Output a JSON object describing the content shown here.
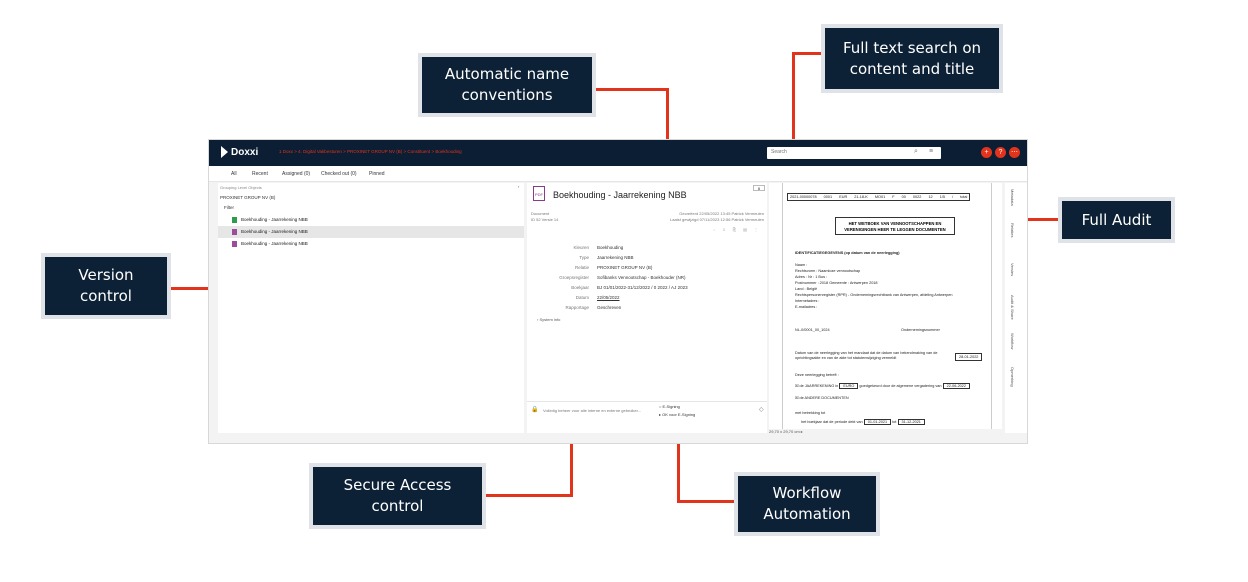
{
  "callouts": {
    "automatic_name": "Automatic name\nconventions",
    "full_text_search": "Full text search on\ncontent and title",
    "full_audit": "Full Audit",
    "version_control": "Version\ncontrol",
    "secure_access": "Secure Access\ncontrol",
    "workflow": "Workflow\nAutomation"
  },
  "app": {
    "logo": "Doxxi",
    "breadcrumb": "1 Doxx  >  4. Digital Vakbesturen  >  PROXINET GROUP NV (B)  >  Constituent  >  Boekhouding",
    "search_placeholder": "Search",
    "top_icons": [
      "+",
      "?",
      "⋯"
    ],
    "tabs": [
      "All",
      "Recent",
      "Assigned (0)",
      "Checked out (0)",
      "Pinned"
    ],
    "tree": {
      "header": "Grouping Level Objects",
      "root": "PROXINET GROUP NV (B)",
      "filter": "Filter",
      "items": [
        "Boekhouding - Jaarrekening NBB",
        "Boekhouding - Jaarrekening NBB",
        "Boekhouding - Jaarrekening NBB"
      ]
    },
    "document": {
      "icon_label": "PDF",
      "title": "Boekhouding - Jaarrekening NBB",
      "button": "0",
      "kind": "Document",
      "version": "ID 52  Versie 14",
      "created": "Gecreëerd 22/05/2022 13:45  Patrick Vermeulen",
      "modified": "Laatst gewijzigd 07/11/2023 12:56  Patrick Vermeulen",
      "fields": [
        {
          "label": "Kleuren",
          "value": "Boekhouding"
        },
        {
          "label": "Type",
          "value": "Jaarrekening NBB"
        },
        {
          "label": "Relatie",
          "value": "PROXINET GROUP NV (B)"
        },
        {
          "label": "Groepsregister",
          "value": "Sofibanks Vennootschap - Boekhouder (NR)"
        },
        {
          "label": "Boekjaar",
          "value": "BJ 01/01/2022-31/12/2022 / 0 2022 / AJ 2023"
        },
        {
          "label": "Datum",
          "value": "22/05/2022"
        },
        {
          "label": "Rapportage",
          "value": "Geschreven"
        }
      ],
      "system_info": "System info",
      "access_note": "Volledig beheer voor alle interne en externe gebruiker...",
      "workflow_items": [
        "E-Signing",
        "OK voor E-Signing"
      ]
    },
    "viewer": {
      "header_cells": [
        "2021-00000078",
        "0001",
        "EUR",
        "21-18-K",
        "MO01",
        "F 00 0022",
        "12",
        "1/5 / total"
      ],
      "title": "HET WETBOEK VAN VENNOOTSCHAPPEN EN\nVERENIGINGEN HEER TE LEGGEN DOCUMENTEN",
      "section": "IDENTIFICATIEGEGEVENS (op datum van de neerlegging)",
      "lines": [
        "Naam :",
        "Rechtsvorm :       Naamloze vennootschap",
        "Adres :                                                    Nr : 1              Bus :",
        "Postnummer :    2018         Gemeente :     Antwerpen 2018",
        "Land :    België",
        "Rechtspersonenregister (RPR) - Ondernemingsrechtbank van    Antwerpen, afdeling Antwerpen",
        "Internetadres :",
        "E-mailadres :"
      ],
      "ondernemingsnummer": "Ondernemingsnummer",
      "rpr_line": "NL-0/0001_00_1024",
      "date_text": "Datum van de neerlegging van het mandaat dat de datum van bekendmaking van de oprichtingsakte en van de akte tot statutenwijziging vermeldt",
      "date_value": "28-01-2022",
      "deposit_heading": "Deze neerlegging betreft :",
      "jaarrekening": "de JAARREKENING in",
      "currency": "EURO",
      "approved": "goedgekeurd door de algemene vergadering van",
      "approved_date": "22-06-2022",
      "other_docs": "de ANDERE DOCUMENTEN",
      "period_label": "met betrekking tot",
      "period_text": "het boekjaar dat de periode dekt van",
      "period_from": "01-01-2021",
      "period_to_label": "tot",
      "period_to": "31-12-2021",
      "status": "29,70 x 29,70 cm  ▸"
    },
    "side_tabs": [
      "Metadata",
      "Relaties",
      "Versies",
      "Audit & Share",
      "Workflow",
      "Opmerking"
    ]
  }
}
